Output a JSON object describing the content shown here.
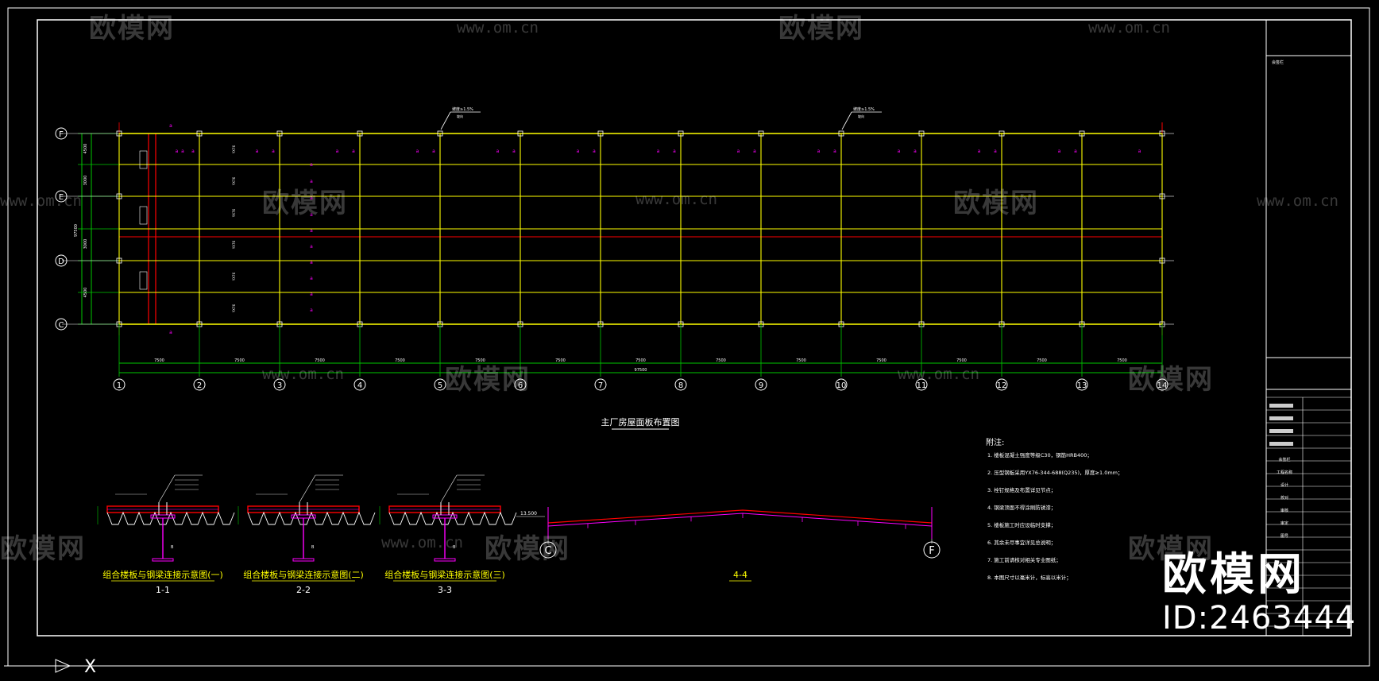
{
  "plan": {
    "title": "主厂房屋面板布置图",
    "axis_labels_x": [
      "1",
      "2",
      "3",
      "4",
      "5",
      "6",
      "7",
      "8",
      "9",
      "10",
      "11",
      "12",
      "13",
      "14"
    ],
    "axis_labels_y": [
      "F",
      "E",
      "D",
      "C"
    ],
    "bay_dimension": "7500",
    "total_dimension": "97500",
    "side_dims": [
      "4500",
      "3000",
      "3000",
      "4500"
    ],
    "slope_note": "坡度≥1.5%",
    "slope_note_sub": "坡向"
  },
  "details": [
    {
      "caption": "组合楼板与钢梁连接示意图(一)",
      "label": "1-1"
    },
    {
      "caption": "组合楼板与钢梁连接示意图(二)",
      "label": "2-2"
    },
    {
      "caption": "组合楼板与钢梁连接示意图(三)",
      "label": "3-3"
    }
  ],
  "section": {
    "label": "4-4",
    "left_axis": "C",
    "right_axis": "F",
    "level_mark": "13.500"
  },
  "notes": {
    "heading": "附注:",
    "lines": [
      "1. 楼板混凝土强度等级C30，钢筋HRB400；",
      "2. 压型钢板采用YX76-344-688(Q235)，厚度≥1.0mm；",
      "3. 栓钉规格及布置详见节点；",
      "4. 钢梁顶面不得涂刷防锈漆；",
      "5. 楼板施工时应设临时支撑；",
      "6. 其余未尽事宜详见总说明；",
      "7. 施工前请核对相关专业图纸；",
      "8. 本图尺寸以毫米计，标高以米计；"
    ]
  },
  "titleblock": {
    "rows": [
      "会签栏",
      "工程名称",
      "设计",
      "校对",
      "审核",
      "审定",
      "图号"
    ]
  },
  "brand": {
    "watermark": "欧模网",
    "url": "www.om.cn",
    "big_text": "欧模网",
    "id_text": "ID:2463444"
  },
  "colors": {
    "bg": "#000000",
    "yellow": "#ffff00",
    "green": "#00c800",
    "red": "#ff0000",
    "magenta": "#ff00ff",
    "white": "#ffffff"
  }
}
